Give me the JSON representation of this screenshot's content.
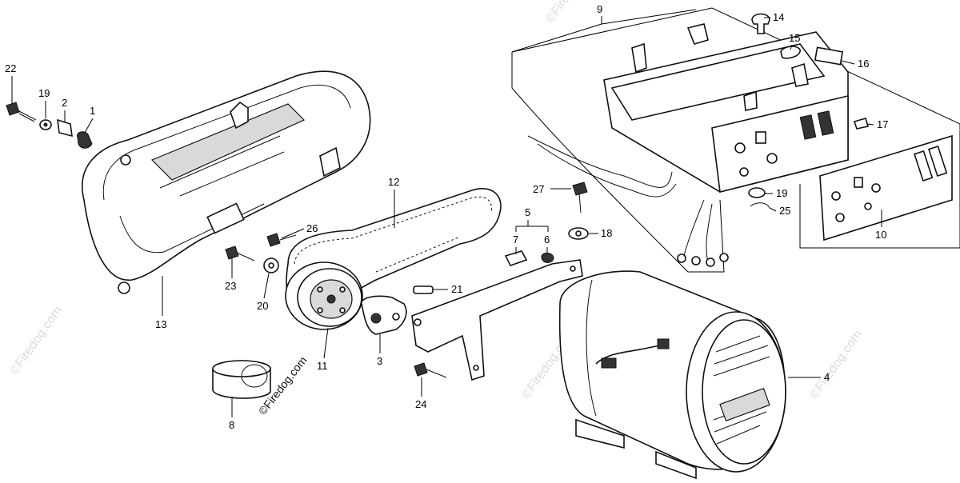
{
  "watermark": "©Firedog.com",
  "callouts": [
    {
      "id": "c22",
      "label": "22"
    },
    {
      "id": "c19a",
      "label": "19"
    },
    {
      "id": "c2",
      "label": "2"
    },
    {
      "id": "c1",
      "label": "1"
    },
    {
      "id": "c13",
      "label": "13"
    },
    {
      "id": "c12",
      "label": "12"
    },
    {
      "id": "c26",
      "label": "26"
    },
    {
      "id": "c23",
      "label": "23"
    },
    {
      "id": "c20",
      "label": "20"
    },
    {
      "id": "c11",
      "label": "11"
    },
    {
      "id": "c21",
      "label": "21"
    },
    {
      "id": "c3",
      "label": "3"
    },
    {
      "id": "c8",
      "label": "8"
    },
    {
      "id": "c5",
      "label": "5"
    },
    {
      "id": "c7",
      "label": "7"
    },
    {
      "id": "c6",
      "label": "6"
    },
    {
      "id": "c27",
      "label": "27"
    },
    {
      "id": "c18",
      "label": "18"
    },
    {
      "id": "c24",
      "label": "24"
    },
    {
      "id": "c4",
      "label": "4"
    },
    {
      "id": "c9",
      "label": "9"
    },
    {
      "id": "c14",
      "label": "14"
    },
    {
      "id": "c15",
      "label": "15"
    },
    {
      "id": "c16",
      "label": "16"
    },
    {
      "id": "c17",
      "label": "17"
    },
    {
      "id": "c19b",
      "label": "19"
    },
    {
      "id": "c25",
      "label": "25"
    },
    {
      "id": "c10",
      "label": "10"
    }
  ]
}
